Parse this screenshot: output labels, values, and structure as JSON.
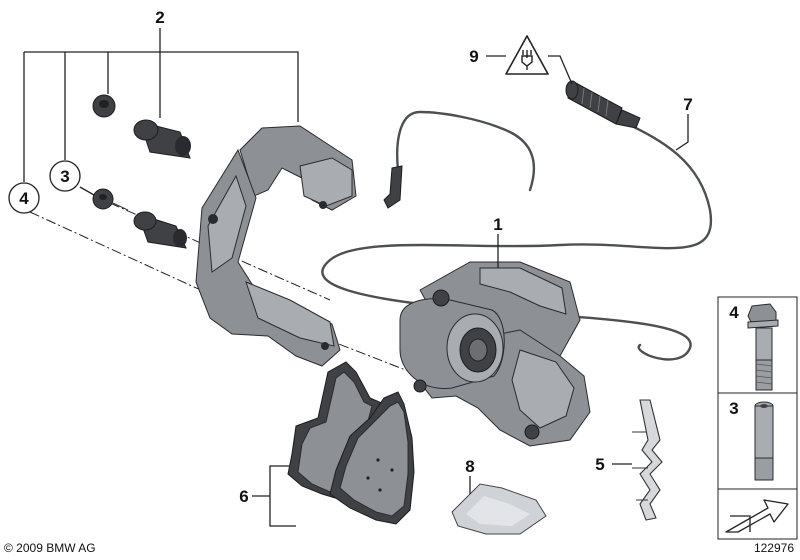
{
  "callouts": {
    "c1": "1",
    "c2": "2",
    "c3": "3",
    "c4": "4",
    "c5": "5",
    "c6": "6",
    "c7": "7",
    "c8": "8",
    "c9": "9"
  },
  "side_panel": {
    "bolt_label": "4",
    "pin_label": "3"
  },
  "footer": {
    "copyright": "© 2009 BMW AG",
    "diagram_number": "122976"
  },
  "colors": {
    "outline": "#222222",
    "metal_dark": "#3f4145",
    "metal_mid": "#8d9095",
    "metal_light": "#a9acb1",
    "background": "#ffffff"
  }
}
